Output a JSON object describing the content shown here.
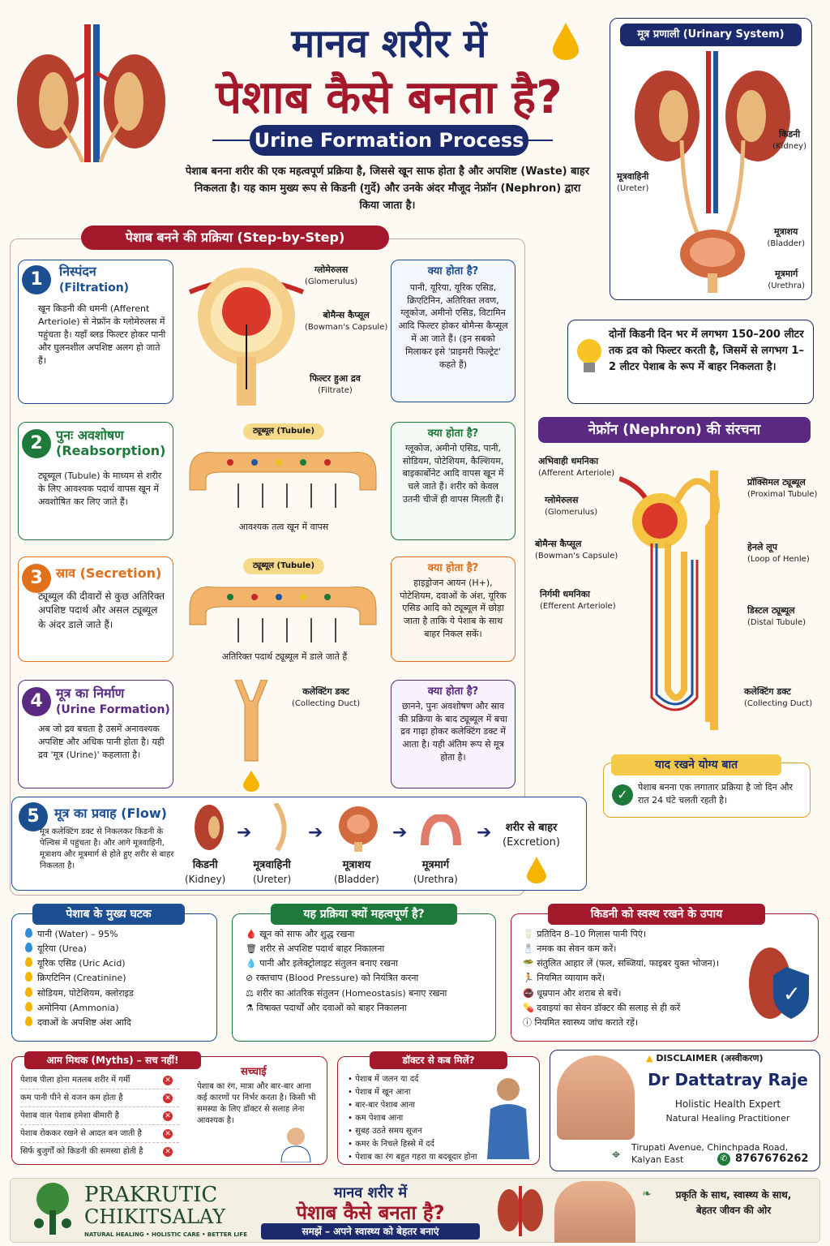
{
  "header": {
    "title_line1": "मानव शरीर में",
    "title_line2": "पेशाब कैसे बनता है?",
    "subtitle": "Urine Formation Process",
    "intro": "पेशाब बनना शरीर की एक महत्वपूर्ण प्रक्रिया है, जिससे खून साफ होता है और अपशिष्ट (Waste) बाहर निकलता है। यह काम मुख्य रूप से किडनी (गुर्दे) और उनके अंदर मौजूद नेफ्रॉन (Nephron) द्वारा किया जाता है।"
  },
  "urinary_system": {
    "title": "मूत्र प्रणाली (Urinary System)",
    "labels": [
      {
        "hi": "किडनी",
        "en": "(Kidney)"
      },
      {
        "hi": "मूत्रवाहिनी",
        "en": "(Ureter)"
      },
      {
        "hi": "मूत्राशय",
        "en": "(Bladder)"
      },
      {
        "hi": "मूत्रमार्ग",
        "en": "(Urethra)"
      }
    ]
  },
  "fact": "दोनों किडनी दिन भर में लगभग 150–200 लीटर तक द्रव को फिल्टर करती है, जिसमें से लगभग 1–2 लीटर पेशाब के रूप में बाहर निकलता है।",
  "steps_title": "पेशाब बनने की प्रक्रिया (Step-by-Step)",
  "steps": [
    {
      "num": "1",
      "title_hi": "निस्पंदन",
      "title_en": "(Filtration)",
      "desc": "खून किडनी की धमनी (Afferent Arteriole) से नेफ्रॉन के ग्लोमेरुलस में पहुंचता है। यहाँ ब्लड फिल्टर होकर पानी और घुलनशील अपशिष्ट अलग हो जाते हैं।",
      "labels": [
        "ग्लोमेरुलस",
        "(Glomerulus)",
        "बोमैन्स कैप्सूल",
        "(Bowman's Capsule)",
        "फिल्टर हुआ द्रव",
        "(Filtrate)"
      ],
      "what_title": "क्या होता है?",
      "what": "पानी, यूरिया, यूरिक एसिड, क्रिएटिनिन, अतिरिक्त लवण, ग्लूकोज, अमीनो एसिड, विटामिन आदि फिल्टर होकर बोमैन्स कैप्सूल में आ जाते हैं। (इन सबको मिलाकर इसे 'प्राइमरी फिल्ट्रेट' कहते हैं)"
    },
    {
      "num": "2",
      "title_hi": "पुनः अवशोषण",
      "title_en": "(Reabsorption)",
      "desc": "ट्यूब्यूल (Tubule) के माध्यम से शरीर के लिए आवश्यक पदार्थ वापस खून में अवशोषित कर लिए जाते हैं।",
      "tube_label": "ट्यूब्यूल (Tubule)",
      "caption": "आवश्यक तत्व खून में वापस",
      "what_title": "क्या होता है?",
      "what": "ग्लूकोज, अमीनो एसिड, पानी, सोडियम, पोटेशियम, कैल्शियम, बाइकार्बोनेट आदि वापस खून में चले जाते हैं। शरीर को केवल उतनी चीजें ही वापस मिलती हैं।"
    },
    {
      "num": "3",
      "title_hi": "स्राव (Secretion)",
      "title_en": "",
      "desc": "ट्यूब्यूल की दीवारों से कुछ अतिरिक्त अपशिष्ट पदार्थ और असल ट्यूब्यूल के अंदर डाले जाते हैं।",
      "tube_label": "ट्यूब्यूल (Tubule)",
      "caption": "अतिरिक्त पदार्थ ट्यूब्यूल में डाले जाते हैं",
      "what_title": "क्या होता है?",
      "what": "हाइड्रोजन आयन (H+), पोटेशियम, दवाओं के अंश, यूरिक एसिड आदि को ट्यूब्यूल में छोड़ा जाता है ताकि ये पेशाब के साथ बाहर निकल सकें।"
    },
    {
      "num": "4",
      "title_hi": "मूत्र का निर्माण",
      "title_en": "(Urine Formation)",
      "desc": "अब जो द्रव बचता है उसमें अनावश्यक अपशिष्ट और अधिक पानी होता है। यही द्रव 'मूत्र (Urine)' कहलाता है।",
      "labels": [
        "कलेक्टिंग डक्ट",
        "(Collecting Duct)"
      ],
      "what_title": "क्या होता है?",
      "what": "छानने, पुनः अवशोषण और स्राव की प्रक्रिया के बाद ट्यूब्यूल में बचा द्रव गाढ़ा होकर कलेक्टिंग डक्ट में आता है। यही अंतिम रूप से मूत्र होता है।"
    },
    {
      "num": "5",
      "title_hi": "मूत्र का प्रवाह (Flow)",
      "title_en": "",
      "desc": "मूत्र कलेक्टिंग डक्ट से निकलकर किडनी के पेल्विस में पहुंचता है। और आगे मूत्रवाहिनी, मूत्राशय और मूत्रमार्ग से होते हुए शरीर से बाहर निकलता है।",
      "flow": [
        {
          "hi": "किडनी",
          "en": "(Kidney)"
        },
        {
          "hi": "मूत्रवाहिनी",
          "en": "(Ureter)"
        },
        {
          "hi": "मूत्राशय",
          "en": "(Bladder)"
        },
        {
          "hi": "मूत्रमार्ग",
          "en": "(Urethra)"
        },
        {
          "hi": "शरीर से बाहर",
          "en": "(Excretion)"
        }
      ]
    }
  ],
  "nephron": {
    "title": "नेफ्रॉन (Nephron) की संरचना",
    "left_labels": [
      {
        "hi": "अभिवाही धमनिका",
        "en": "(Afferent Arteriole)"
      },
      {
        "hi": "ग्लोमेरुलस",
        "en": "(Glomerulus)"
      },
      {
        "hi": "बोमैन्स कैप्सूल",
        "en": "(Bowman's Capsule)"
      },
      {
        "hi": "निर्गमी धमनिका",
        "en": "(Efferent Arteriole)"
      }
    ],
    "right_labels": [
      {
        "hi": "प्रॉक्सिमल ट्यूब्यूल",
        "en": "(Proximal Tubule)"
      },
      {
        "hi": "हेनले लूप",
        "en": "(Loop of Henle)"
      },
      {
        "hi": "डिस्टल ट्यूब्यूल",
        "en": "(Distal Tubule)"
      },
      {
        "hi": "कलेक्टिंग डक्ट",
        "en": "(Collecting Duct)"
      }
    ]
  },
  "remember": {
    "title": "याद रखने योग्य बात",
    "text": "पेशाब बनना एक लगातार प्रक्रिया है जो दिन और रात 24 घंटे चलती रहती है।"
  },
  "components": {
    "title": "पेशाब के मुख्य घटक",
    "items": [
      "पानी (Water) – 95%",
      "यूरिया (Urea)",
      "यूरिक एसिड (Uric Acid)",
      "क्रिएटिनिन (Creatinine)",
      "सोडियम, पोटेशियम, क्लोराइड",
      "अमोनिया (Ammonia)",
      "दवाओं के अपशिष्ट अंश आदि"
    ]
  },
  "importance": {
    "title": "यह प्रक्रिया क्यों महत्वपूर्ण है?",
    "items": [
      "खून को साफ और शुद्ध रखना",
      "शरीर से अपशिष्ट पदार्थ बाहर निकालना",
      "पानी और इलेक्ट्रोलाइट संतुलन बनाए रखना",
      "रक्तचाप (Blood Pressure) को नियंत्रित करना",
      "शरीर का आंतरिक संतुलन (Homeostasis) बनाए रखना",
      "विषाक्त पदार्थों और दवाओं को बाहर निकालना"
    ]
  },
  "tips": {
    "title": "किडनी को स्वस्थ रखने के उपाय",
    "items": [
      "प्रतिदिन 8–10 गिलास पानी पिएं।",
      "नमक का सेवन कम करें।",
      "संतुलित आहार लें (फल, सब्जियां, फाइबर युक्त भोजन)।",
      "नियमित व्यायाम करें।",
      "धूम्रपान और शराब से बचें।",
      "दवाइयां का सेवन डॉक्टर की सलाह से ही करें",
      "नियमित स्वास्थ्य जांच कराते रहें।"
    ]
  },
  "myths": {
    "title": "आम मिथक (Myths) – सच नहीं!",
    "items": [
      "पेशाब पीला होना मतलब शरीर में गर्मी",
      "कम पानी पीने से वजन कम होता है",
      "पेशाब वाल पेशाब हमेशा बीमारी है",
      "पेशाब रोककर रखने से आदत बन जाती है",
      "सिर्फ बुजुर्गों को किडनी की समस्या होती है"
    ],
    "truth_title": "सच्चाई",
    "truth": "पेशाब का रंग, मात्रा और बार-बार आना कई कारणों पर निर्भर करता है। किसी भी समस्या के लिए डॉक्टर से सलाह लेना आवश्यक है।"
  },
  "doctor": {
    "title": "डॉक्टर से कब मिलें?",
    "items": [
      "पेशाब में जलन या दर्द",
      "पेशाब में खून आना",
      "बार-बार पेशाब आना",
      "कम पेशाब आना",
      "सुबह उठते समय सूजन",
      "कमर के निचले हिस्से में दर्द",
      "पेशाब का रंग बहुत गहरा या बदबूदार होना"
    ]
  },
  "profile": {
    "disclaimer": "DISCLAIMER (अस्वीकरण)",
    "name": "Dr Dattatray Raje",
    "role1": "Holistic Health Expert",
    "role2": "Natural Healing Practitioner",
    "address_line1": "Tirupati Avenue, Chinchpada Road,",
    "address_line2": "Kalyan East",
    "phone": "8767676262"
  },
  "footer": {
    "brand1": "PRAKRUTIC",
    "brand2": "CHIKITSALAY",
    "tagline": "NATURAL HEALING • HOLISTIC CARE • BETTER LIFE",
    "title1": "मानव शरीर में",
    "title2": "पेशाब कैसे बनता है?",
    "sub": "समझें – अपने स्वास्थ्य को बेहतर बनाएं",
    "slogan1": "प्रकृति के साथ, स्वास्थ्य के साथ,",
    "slogan2": "बेहतर जीवन की ओर"
  },
  "colors": {
    "navy": "#1a2a6c",
    "maroon": "#a3192b",
    "green": "#1e7a3a",
    "orange": "#e0701b",
    "purple": "#5a2a82",
    "blue": "#1c4f91"
  }
}
